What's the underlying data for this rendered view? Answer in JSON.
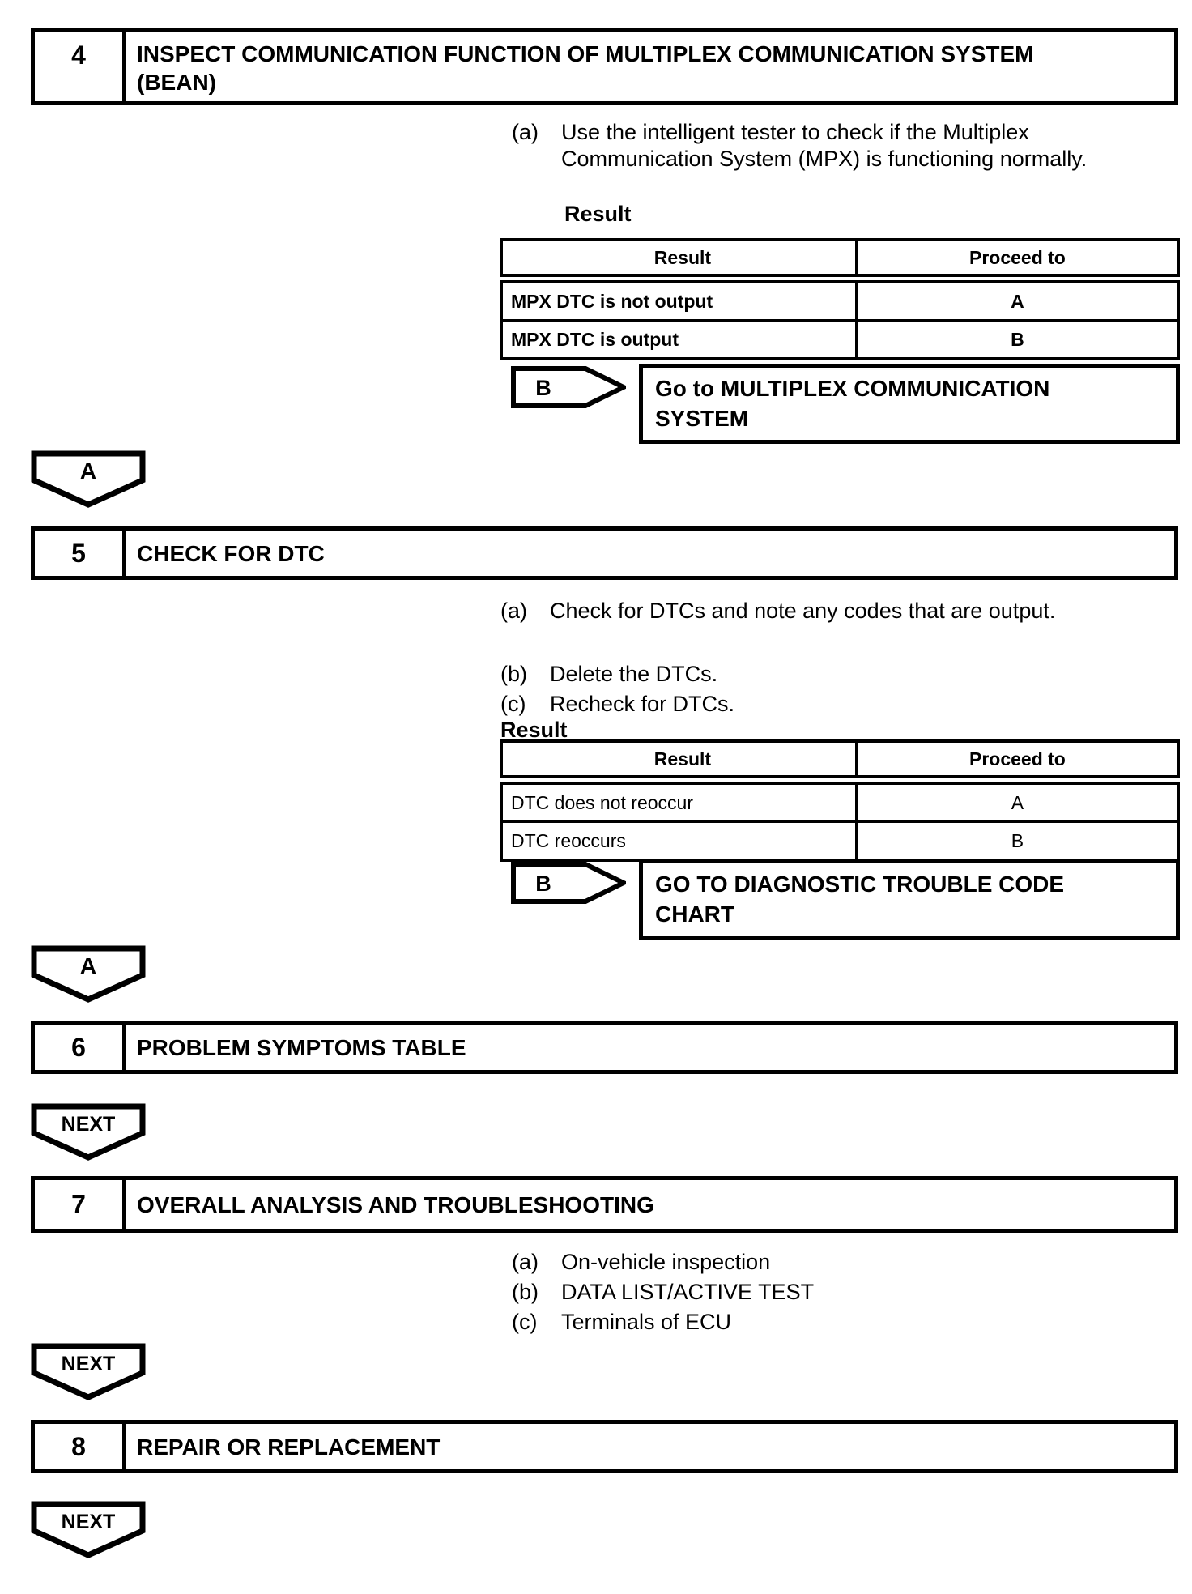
{
  "page": {
    "bg": "#ffffff",
    "fg": "#000000"
  },
  "connector_a": "A",
  "connector_next": "NEXT",
  "step4": {
    "number": "4",
    "title_line1": "INSPECT COMMUNICATION FUNCTION OF MULTIPLEX COMMUNICATION SYSTEM",
    "title_line2": "(BEAN)",
    "items": [
      {
        "marker": "(a)",
        "text": "Use the intelligent tester to check if the Multiplex Communication System (MPX) is functioning normally."
      }
    ],
    "result_label": "Result",
    "table": {
      "col_result": "Result",
      "col_proceed": "Proceed to",
      "rows": [
        {
          "result": "MPX DTC is not output",
          "proceed": "A"
        },
        {
          "result": "MPX DTC is output",
          "proceed": "B"
        }
      ]
    },
    "branch": {
      "label": "B",
      "line1": "Go to MULTIPLEX COMMUNICATION",
      "line2": "SYSTEM"
    }
  },
  "step5": {
    "number": "5",
    "title": "CHECK FOR DTC",
    "items": [
      {
        "marker": "(a)",
        "text": "Check for DTCs and note any codes that are output."
      },
      {
        "marker": "(b)",
        "text": "Delete the DTCs."
      },
      {
        "marker": "(c)",
        "text": "Recheck for DTCs."
      }
    ],
    "result_label": "Result",
    "table": {
      "col_result": "Result",
      "col_proceed": "Proceed to",
      "rows": [
        {
          "result": "DTC does not reoccur",
          "proceed": "A"
        },
        {
          "result": "DTC reoccurs",
          "proceed": "B"
        }
      ]
    },
    "branch": {
      "label": "B",
      "line1": "GO TO DIAGNOSTIC TROUBLE CODE",
      "line2": "CHART"
    }
  },
  "step6": {
    "number": "6",
    "title": "PROBLEM SYMPTOMS TABLE"
  },
  "step7": {
    "number": "7",
    "title": "OVERALL ANALYSIS AND TROUBLESHOOTING",
    "items": [
      {
        "marker": "(a)",
        "text": "On-vehicle inspection"
      },
      {
        "marker": "(b)",
        "text": "DATA LIST/ACTIVE TEST"
      },
      {
        "marker": "(c)",
        "text": "Terminals of ECU"
      }
    ]
  },
  "step8": {
    "number": "8",
    "title": "REPAIR OR REPLACEMENT"
  }
}
